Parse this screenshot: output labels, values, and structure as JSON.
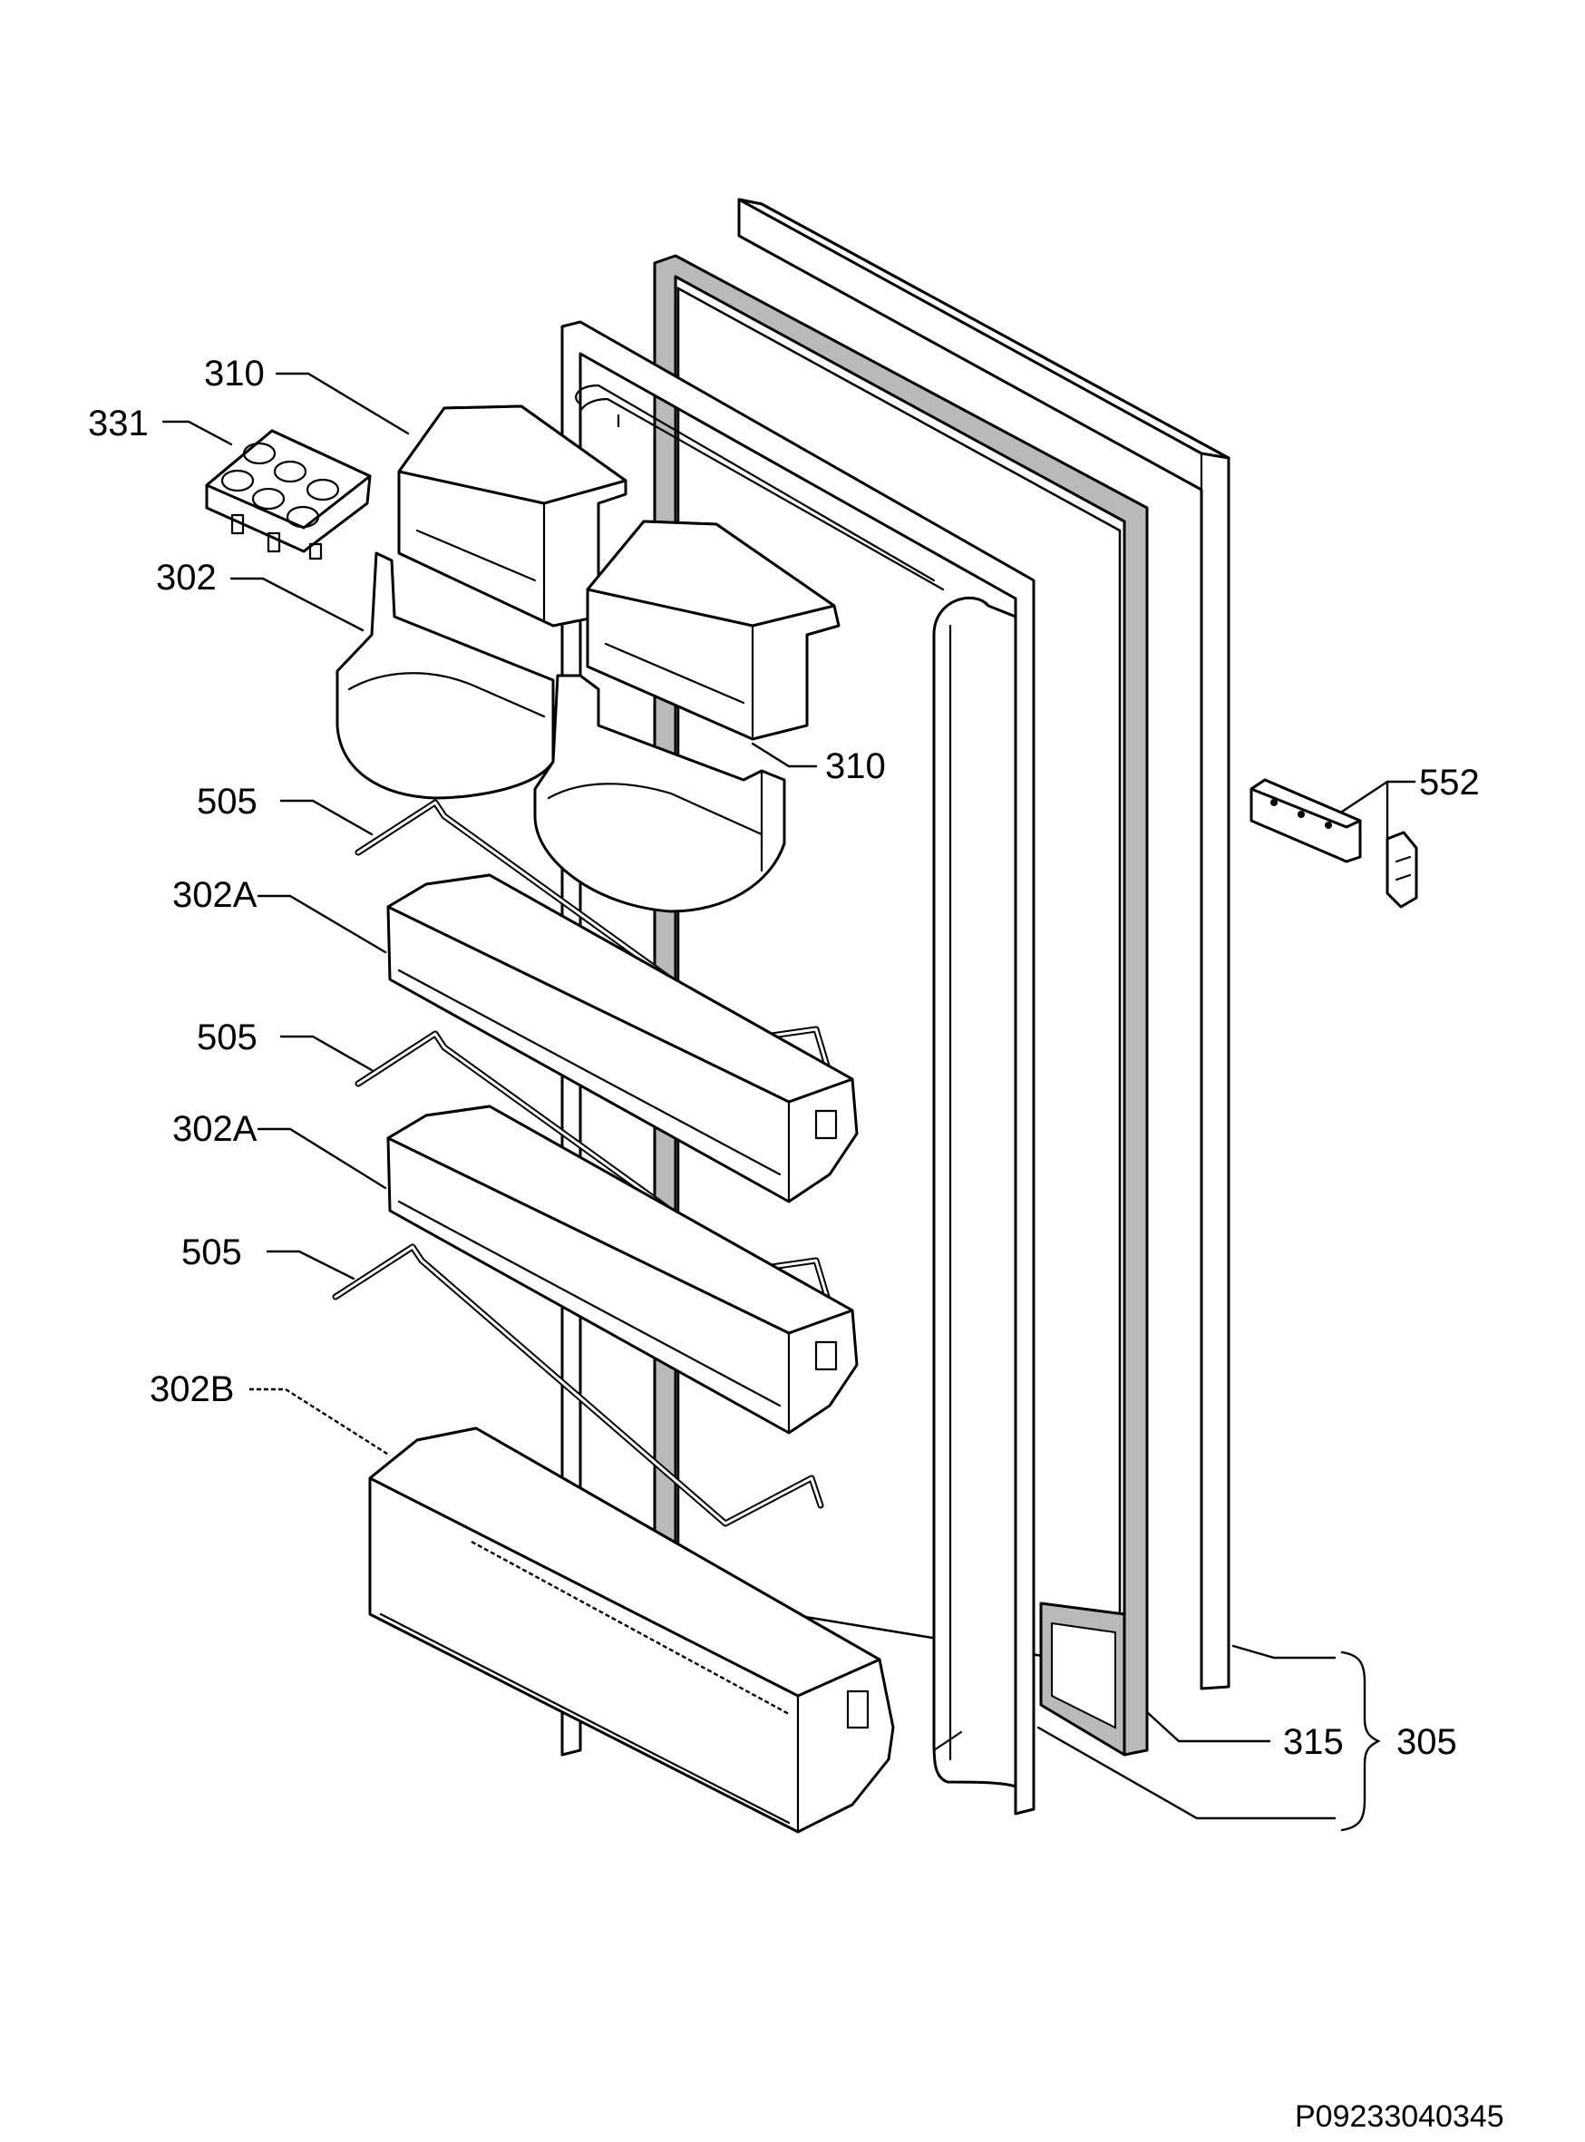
{
  "diagram": {
    "callouts": {
      "c310_top": "310",
      "c331": "331",
      "c302": "302",
      "c310_right": "310",
      "c505_1": "505",
      "c302A_1": "302A",
      "c505_2": "505",
      "c302A_2": "302A",
      "c505_3": "505",
      "c302B": "302B",
      "c552": "552",
      "c315": "315",
      "c305": "305"
    },
    "document_ref": "P09233040345"
  }
}
